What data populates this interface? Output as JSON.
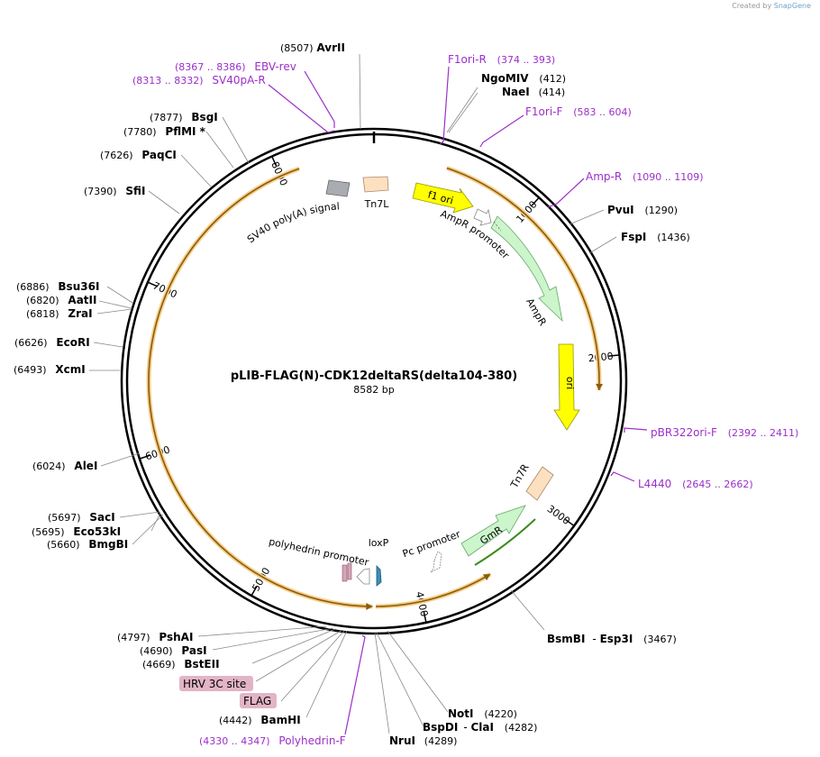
{
  "credit": {
    "prefix": "Created by",
    "brand": "SnapGene"
  },
  "plasmid": {
    "name": "pLIB-FLAG(N)-CDK12deltaRS(delta104-380)",
    "size_label": "8582 bp",
    "length": 8582
  },
  "ticks": [
    {
      "bp": 1000,
      "label": "1000"
    },
    {
      "bp": 2000,
      "label": "2000"
    },
    {
      "bp": 3000,
      "label": "3000"
    },
    {
      "bp": 4000,
      "label": "4000"
    },
    {
      "bp": 5000,
      "label": "5000"
    },
    {
      "bp": 6000,
      "label": "6000"
    },
    {
      "bp": 7000,
      "label": "7000"
    },
    {
      "bp": 8000,
      "label": "8000"
    }
  ],
  "orfs": [
    {
      "name": "orf-1",
      "start": 450,
      "end": 2200,
      "color": "#e8a13a"
    },
    {
      "name": "orf-2",
      "start": 3550,
      "end": 4280,
      "color": "#e8a13a"
    },
    {
      "name": "orf-3",
      "start": 4300,
      "end": 8120,
      "color": "#e8a13a"
    }
  ],
  "features": [
    {
      "label": "f1 ori",
      "fill": "#ffff00",
      "stroke": "#999900",
      "text_color": "#000000"
    },
    {
      "label": "AmpR promoter",
      "fill": "#ffffff",
      "stroke": "#888888",
      "text_color": "#000000"
    },
    {
      "label": "AmpR",
      "fill": "#ccf5cc",
      "stroke": "#66aa66",
      "text_color": "#000000"
    },
    {
      "label": "ori",
      "fill": "#ffff00",
      "stroke": "#999900",
      "text_color": "#000000"
    },
    {
      "label": "Tn7R",
      "fill": "#fde0c0",
      "stroke": "#aa8866",
      "text_color": "#000000"
    },
    {
      "label": "GmR",
      "fill": "#ccf5cc",
      "stroke": "#66aa66",
      "text_color": "#000000"
    },
    {
      "label": "Pc promoter",
      "fill": "#ffffff",
      "stroke": "#888888",
      "text_color": "#000000"
    },
    {
      "label": "loxP",
      "fill": "#3a8fb5",
      "stroke": "#225577",
      "text_color": "#000000"
    },
    {
      "label": "polyhedrin promoter",
      "fill": "#ffffff",
      "stroke": "#888888",
      "text_color": "#000000"
    },
    {
      "label": "SV40 poly(A) signal",
      "fill": "#a9adb1",
      "stroke": "#666666",
      "text_color": "#000000"
    },
    {
      "label": "Tn7L",
      "fill": "#fde0c0",
      "stroke": "#aa8866",
      "text_color": "#000000"
    }
  ],
  "sites": [
    {
      "name": "AvrII",
      "pos": "(8507)"
    },
    {
      "name": "NgoMIV",
      "pos": "(412)"
    },
    {
      "name": "NaeI",
      "pos": "(414)"
    },
    {
      "name": "PvuI",
      "pos": "(1290)"
    },
    {
      "name": "FspI",
      "pos": "(1436)"
    },
    {
      "name": "BsmBI",
      "name2": "Esp3I",
      "pos": "(3467)"
    },
    {
      "name": "NotI",
      "pos": "(4220)"
    },
    {
      "name": "BspDI",
      "name2": "ClaI",
      "pos": "(4282)"
    },
    {
      "name": "NruI",
      "pos": "(4289)"
    },
    {
      "name": "BamHI",
      "pos": "(4442)"
    },
    {
      "name": "BstEII",
      "pos": "(4669)"
    },
    {
      "name": "PasI",
      "pos": "(4690)"
    },
    {
      "name": "PshAI",
      "pos": "(4797)"
    },
    {
      "name": "BmgBI",
      "pos": "(5660)"
    },
    {
      "name": "Eco53kI",
      "pos": "(5695)"
    },
    {
      "name": "SacI",
      "pos": "(5697)"
    },
    {
      "name": "AleI",
      "pos": "(6024)"
    },
    {
      "name": "XcmI",
      "pos": "(6493)"
    },
    {
      "name": "EcoRI",
      "pos": "(6626)"
    },
    {
      "name": "ZraI",
      "pos": "(6818)"
    },
    {
      "name": "AatII",
      "pos": "(6820)"
    },
    {
      "name": "Bsu36I",
      "pos": "(6886)"
    },
    {
      "name": "SfiI",
      "pos": "(7390)"
    },
    {
      "name": "PaqCI",
      "pos": "(7626)"
    },
    {
      "name": "PflMI *",
      "pos": "(7780)"
    },
    {
      "name": "BsgI",
      "pos": "(7877)"
    }
  ],
  "primers": [
    {
      "name": "F1ori-R",
      "range": "(374 .. 393)"
    },
    {
      "name": "F1ori-F",
      "range": "(583 .. 604)"
    },
    {
      "name": "Amp-R",
      "range": "(1090 .. 1109)"
    },
    {
      "name": "pBR322ori-F",
      "range": "(2392 .. 2411)"
    },
    {
      "name": "L4440",
      "range": "(2645 .. 2662)"
    },
    {
      "name": "Polyhedrin-F",
      "range": "(4330 .. 4347)"
    },
    {
      "name": "SV40pA-R",
      "range": "(8313 .. 8332)"
    },
    {
      "name": "EBV-rev",
      "range": "(8367 .. 8386)"
    }
  ],
  "boxed_labels": [
    {
      "name": "HRV 3C site",
      "fill": "#e2b4c6"
    },
    {
      "name": "FLAG",
      "fill": "#e2b4c6"
    }
  ],
  "colors": {
    "primer": "#9b2fc9",
    "backbone": "#000000",
    "leader": "#888888"
  }
}
